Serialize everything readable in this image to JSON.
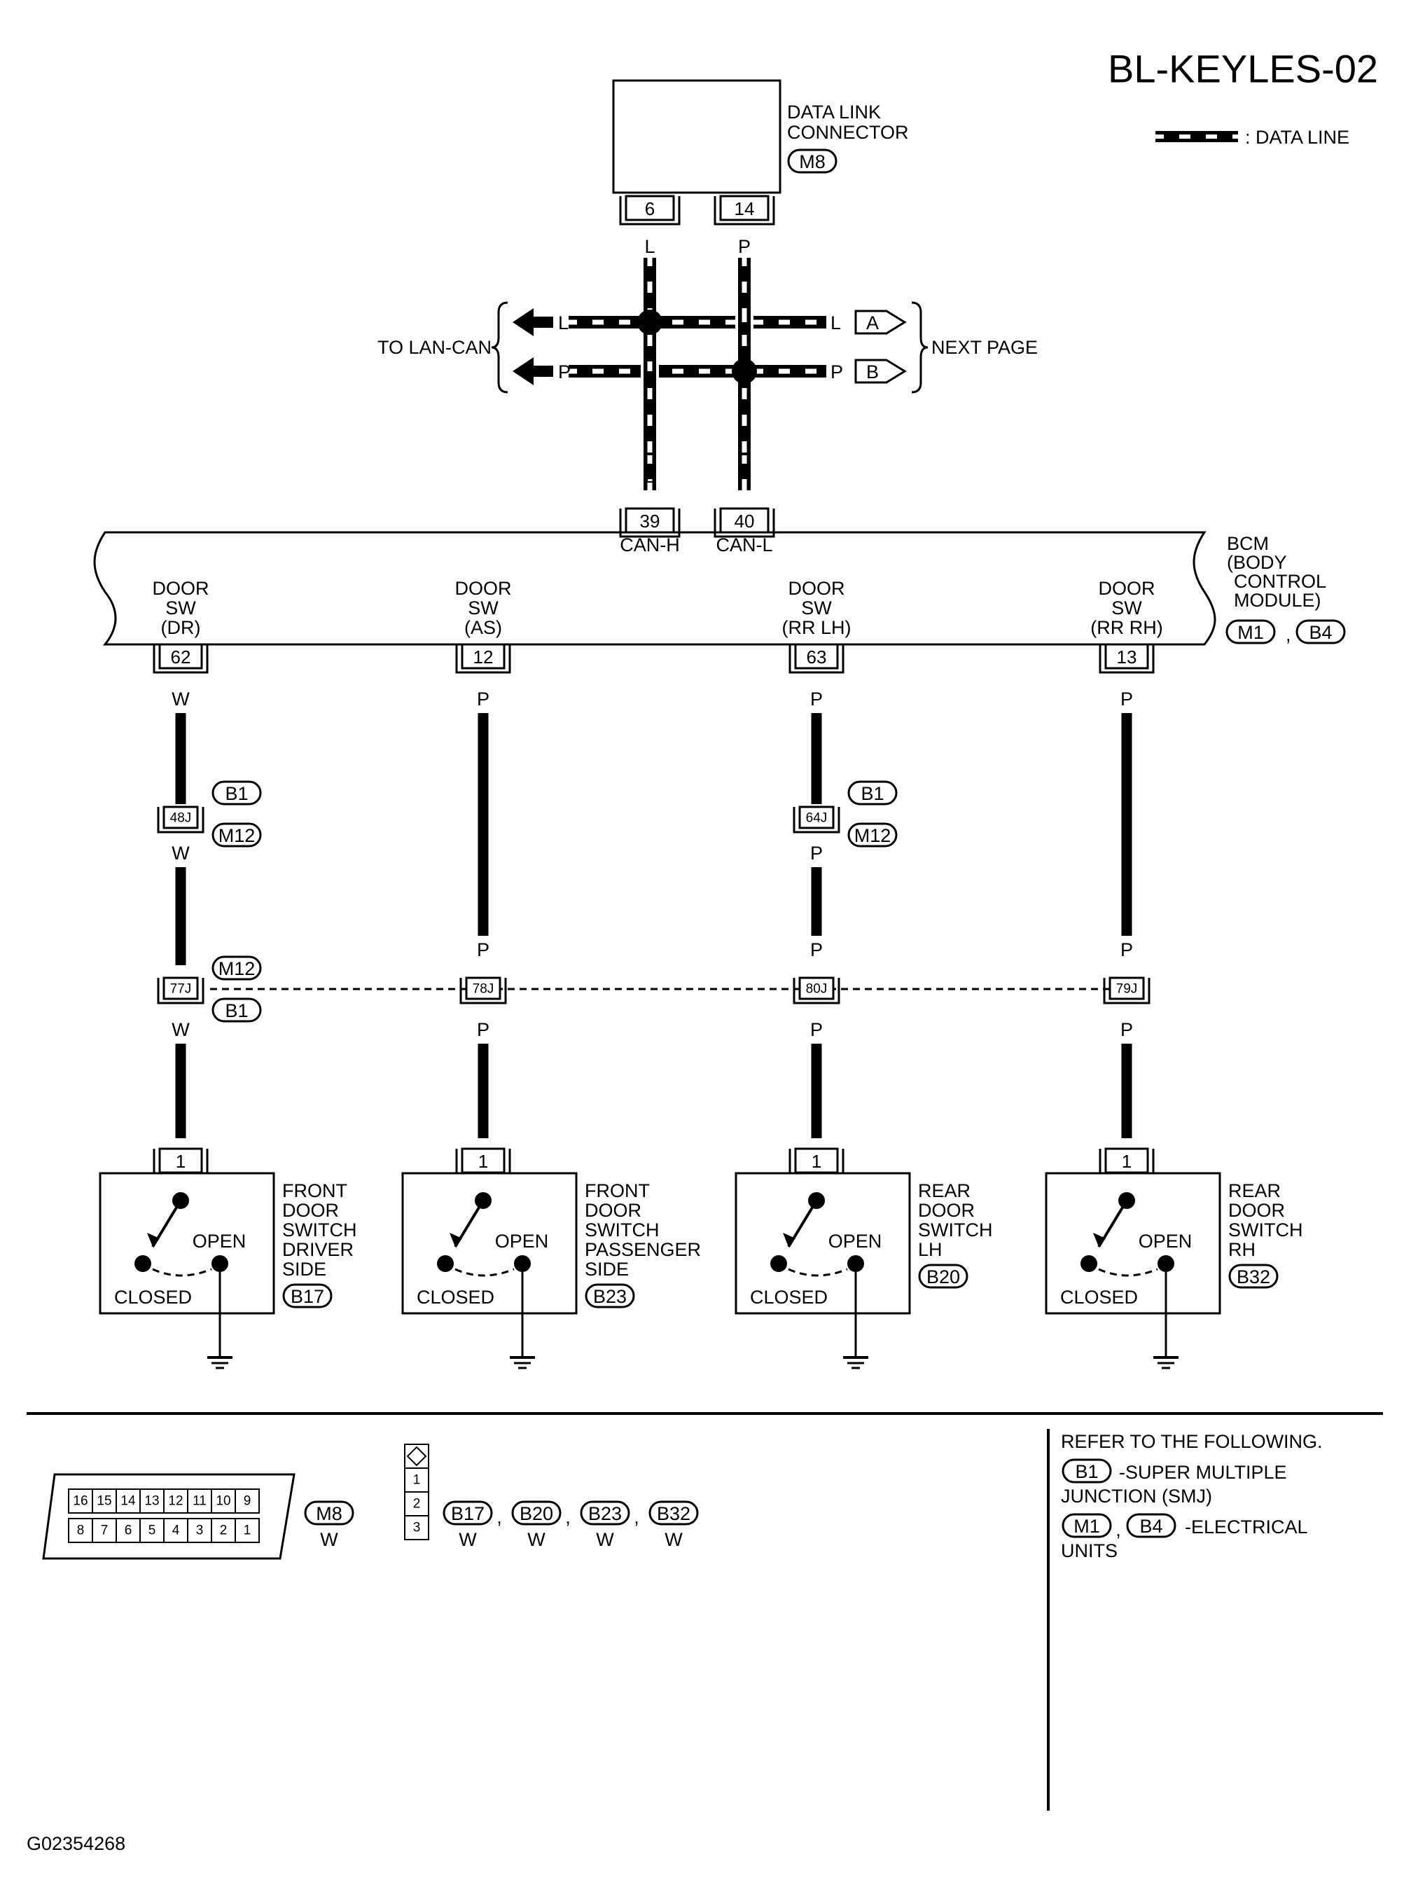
{
  "title": "BL-KEYLES-02",
  "figure_id": "G02354268",
  "legend": {
    "data_line": ": DATA LINE"
  },
  "data_link_connector": {
    "label_line1": "DATA LINK",
    "label_line2": "CONNECTOR",
    "connector": "M8",
    "pins": [
      "6",
      "14"
    ],
    "colors": [
      "L",
      "P"
    ]
  },
  "lan": {
    "to_label": "TO LAN-CAN",
    "next_label": "NEXT PAGE",
    "color_l": "L",
    "color_p": "P",
    "ref_a": "A",
    "ref_b": "B"
  },
  "bcm": {
    "can_pins": [
      "39",
      "40"
    ],
    "can_labels": [
      "CAN-H",
      "CAN-L"
    ],
    "wire_colors": [
      "L",
      "P"
    ],
    "label": [
      "BCM",
      "(BODY",
      "CONTROL",
      "MODULE)"
    ],
    "connectors": [
      "M1",
      "B4"
    ],
    "comma": ","
  },
  "circuits": [
    {
      "sw_label": [
        "DOOR",
        "SW",
        "(DR)"
      ],
      "bcm_pin": "62",
      "color": "W",
      "junction": {
        "pin": "48J",
        "connectors": [
          "B1",
          "M12"
        ]
      },
      "color_after_junction": "W",
      "color_before_row": "",
      "row_pin": "77J",
      "row_connectors": [
        "M12",
        "B1"
      ],
      "color_after_row": "W",
      "switch_pin": "1",
      "switch_label": [
        "FRONT",
        "DOOR",
        "SWITCH",
        "DRIVER",
        "SIDE"
      ],
      "switch_connector": "B17",
      "open": "OPEN",
      "closed": "CLOSED"
    },
    {
      "sw_label": [
        "DOOR",
        "SW",
        "(AS)"
      ],
      "bcm_pin": "12",
      "color": "P",
      "junction": null,
      "color_before_row": "P",
      "row_pin": "78J",
      "color_after_row": "P",
      "switch_pin": "1",
      "switch_label": [
        "FRONT",
        "DOOR",
        "SWITCH",
        "PASSENGER",
        "SIDE"
      ],
      "switch_connector": "B23",
      "open": "OPEN",
      "closed": "CLOSED"
    },
    {
      "sw_label": [
        "DOOR",
        "SW",
        "(RR LH)"
      ],
      "bcm_pin": "63",
      "color": "P",
      "junction": {
        "pin": "64J",
        "connectors": [
          "B1",
          "M12"
        ]
      },
      "color_after_junction": "P",
      "color_before_row": "P",
      "row_pin": "80J",
      "color_after_row": "P",
      "switch_pin": "1",
      "switch_label": [
        "REAR",
        "DOOR",
        "SWITCH",
        "LH"
      ],
      "switch_connector": "B20",
      "open": "OPEN",
      "closed": "CLOSED"
    },
    {
      "sw_label": [
        "DOOR",
        "SW",
        "(RR RH)"
      ],
      "bcm_pin": "13",
      "color": "P",
      "junction": null,
      "color_before_row": "P",
      "row_pin": "79J",
      "color_after_row": "P",
      "switch_pin": "1",
      "switch_label": [
        "REAR",
        "DOOR",
        "SWITCH",
        "RH"
      ],
      "switch_connector": "B32",
      "open": "OPEN",
      "closed": "CLOSED"
    }
  ],
  "connector_views": {
    "m8": {
      "top_row": [
        "16",
        "15",
        "14",
        "13",
        "12",
        "11",
        "10",
        "9"
      ],
      "bottom_row": [
        "8",
        "7",
        "6",
        "5",
        "4",
        "3",
        "2",
        "1"
      ],
      "name": "M8",
      "color": "W"
    },
    "small": {
      "pins": [
        "1",
        "2",
        "3"
      ],
      "connectors": [
        "B17",
        "B20",
        "B23",
        "B32"
      ],
      "colors": [
        "W",
        "W",
        "W",
        "W"
      ],
      "sep": ","
    }
  },
  "refer": {
    "heading": "REFER TO THE FOLLOWING.",
    "smj_conn": "B1",
    "smj_line1": "-SUPER MULTIPLE",
    "smj_line2": "JUNCTION (SMJ)",
    "eu_conns": [
      "M1",
      "B4"
    ],
    "eu_sep": ",",
    "eu_line1": "-ELECTRICAL",
    "eu_line2": "UNITS"
  }
}
